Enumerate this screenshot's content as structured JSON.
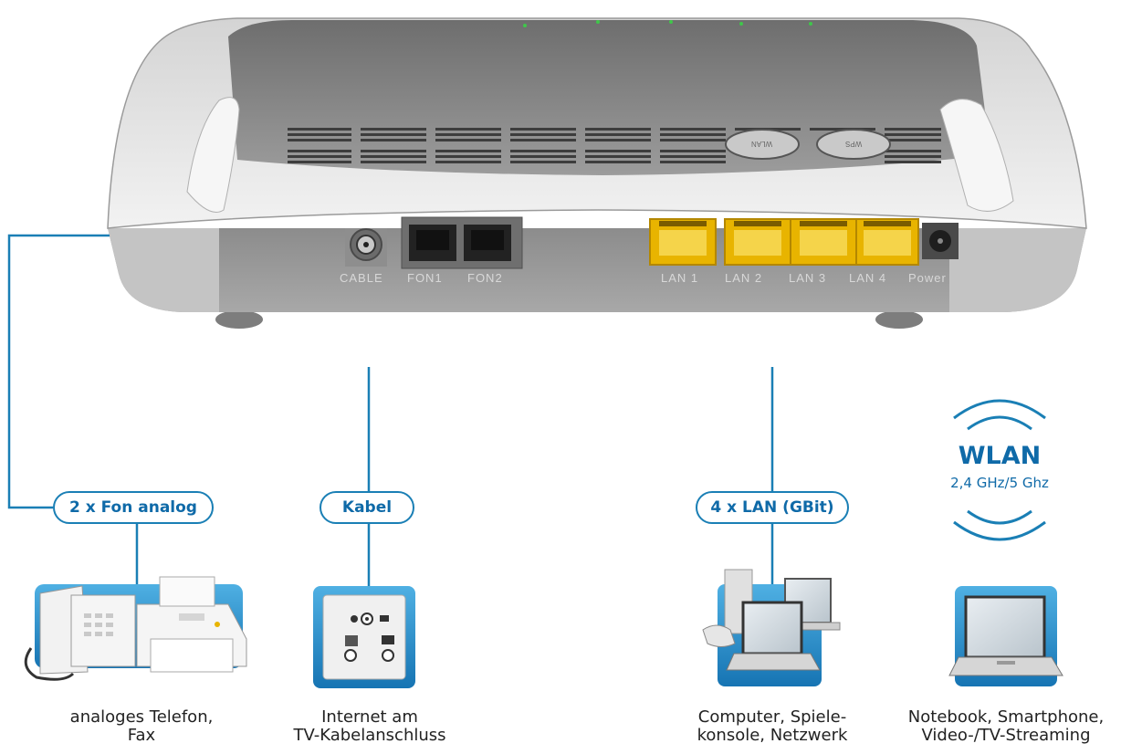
{
  "router": {
    "ports": {
      "cable": "CABLE",
      "fon1": "FON1",
      "fon2": "FON2",
      "lan1": "LAN 1",
      "lan2": "LAN 2",
      "lan3": "LAN 3",
      "lan4": "LAN 4",
      "power": "Power"
    },
    "buttons": {
      "wlan": "WLAN",
      "wps": "WPS"
    }
  },
  "connections": {
    "fon": {
      "label": "2 x Fon analog",
      "caption_line1": "analoges Telefon,",
      "caption_line2": "Fax"
    },
    "cable": {
      "label": "Kabel",
      "caption_line1": "Internet am",
      "caption_line2": "TV-Kabelanschluss"
    },
    "lan": {
      "label": "4 x LAN (GBit)",
      "caption_line1": "Computer, Spiele-",
      "caption_line2": "konsole, Netzwerk"
    },
    "wlan": {
      "title": "WLAN",
      "subtitle": "2,4 GHz/5 Ghz",
      "caption_line1": "Notebook, Smartphone,",
      "caption_line2": "Video-/TV-Streaming"
    }
  },
  "colors": {
    "accent_blue": "#1a7fb5",
    "lan_port_yellow": "#e8b400",
    "router_gray": "#9a9a9a"
  },
  "icons": [
    "phone-fax-icon",
    "wall-socket-icon",
    "computer-console-icon",
    "notebook-icon",
    "wifi-waves-icon"
  ]
}
